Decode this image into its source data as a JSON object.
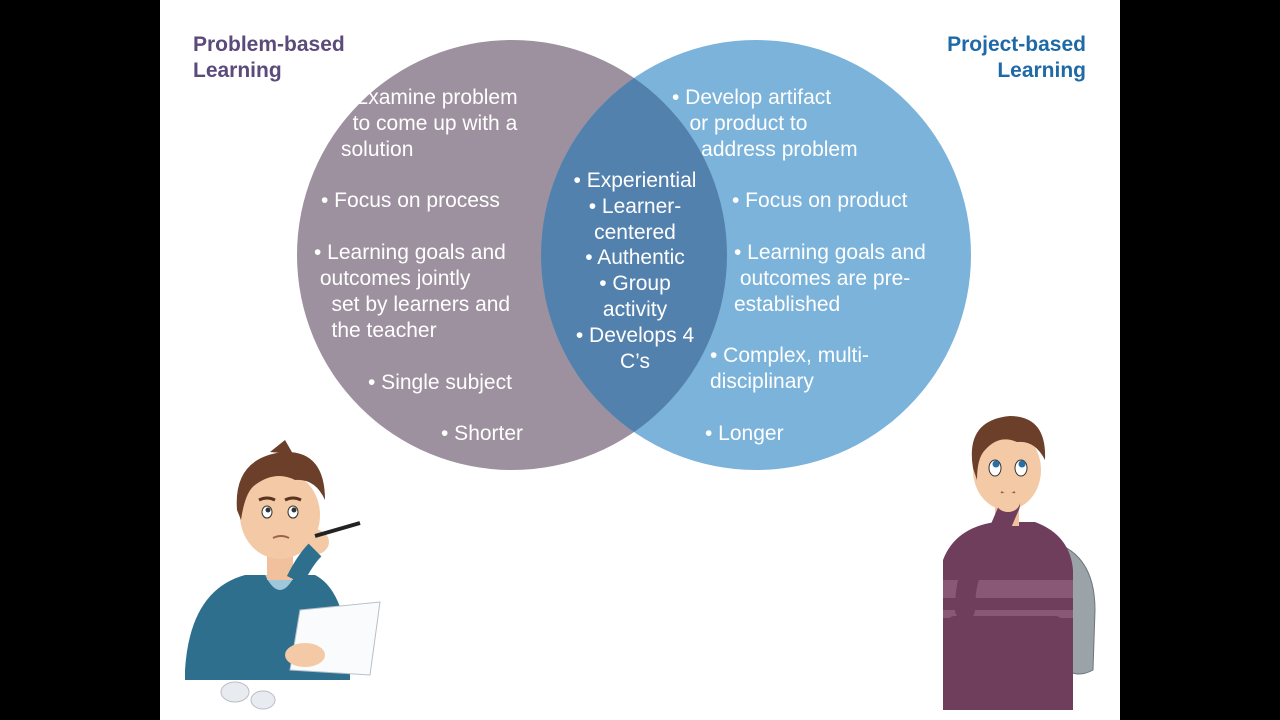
{
  "colors": {
    "left_circle": "#9d919f",
    "right_circle": "#7bb3db",
    "overlap": "#5381ad",
    "left_title": "#5b4a7a",
    "right_title": "#1f6aa6"
  },
  "left": {
    "title": "Problem-based\nLearning",
    "items": [
      "• Examine problem\n  to come up with a\nsolution",
      "• Focus on process",
      "• Learning goals and\n outcomes jointly\n   set by learners and\n   the teacher",
      "• Single subject",
      "• Shorter"
    ]
  },
  "right": {
    "title": "Project-based\nLearning",
    "items": [
      "• Develop artifact\n   or product to\n     address problem",
      "• Focus on product",
      "• Learning goals and\n outcomes are pre-\nestablished",
      "• Complex, multi-\ndisciplinary",
      "• Longer"
    ]
  },
  "shared": {
    "items": [
      "• Experiential",
      "• Learner-\ncentered",
      "• Authentic",
      "• Group\nactivity",
      "• Develops 4\nC’s"
    ]
  },
  "illustrations": {
    "left": "thinking-student-with-paper",
    "right": "thinking-student-with-backpack"
  }
}
